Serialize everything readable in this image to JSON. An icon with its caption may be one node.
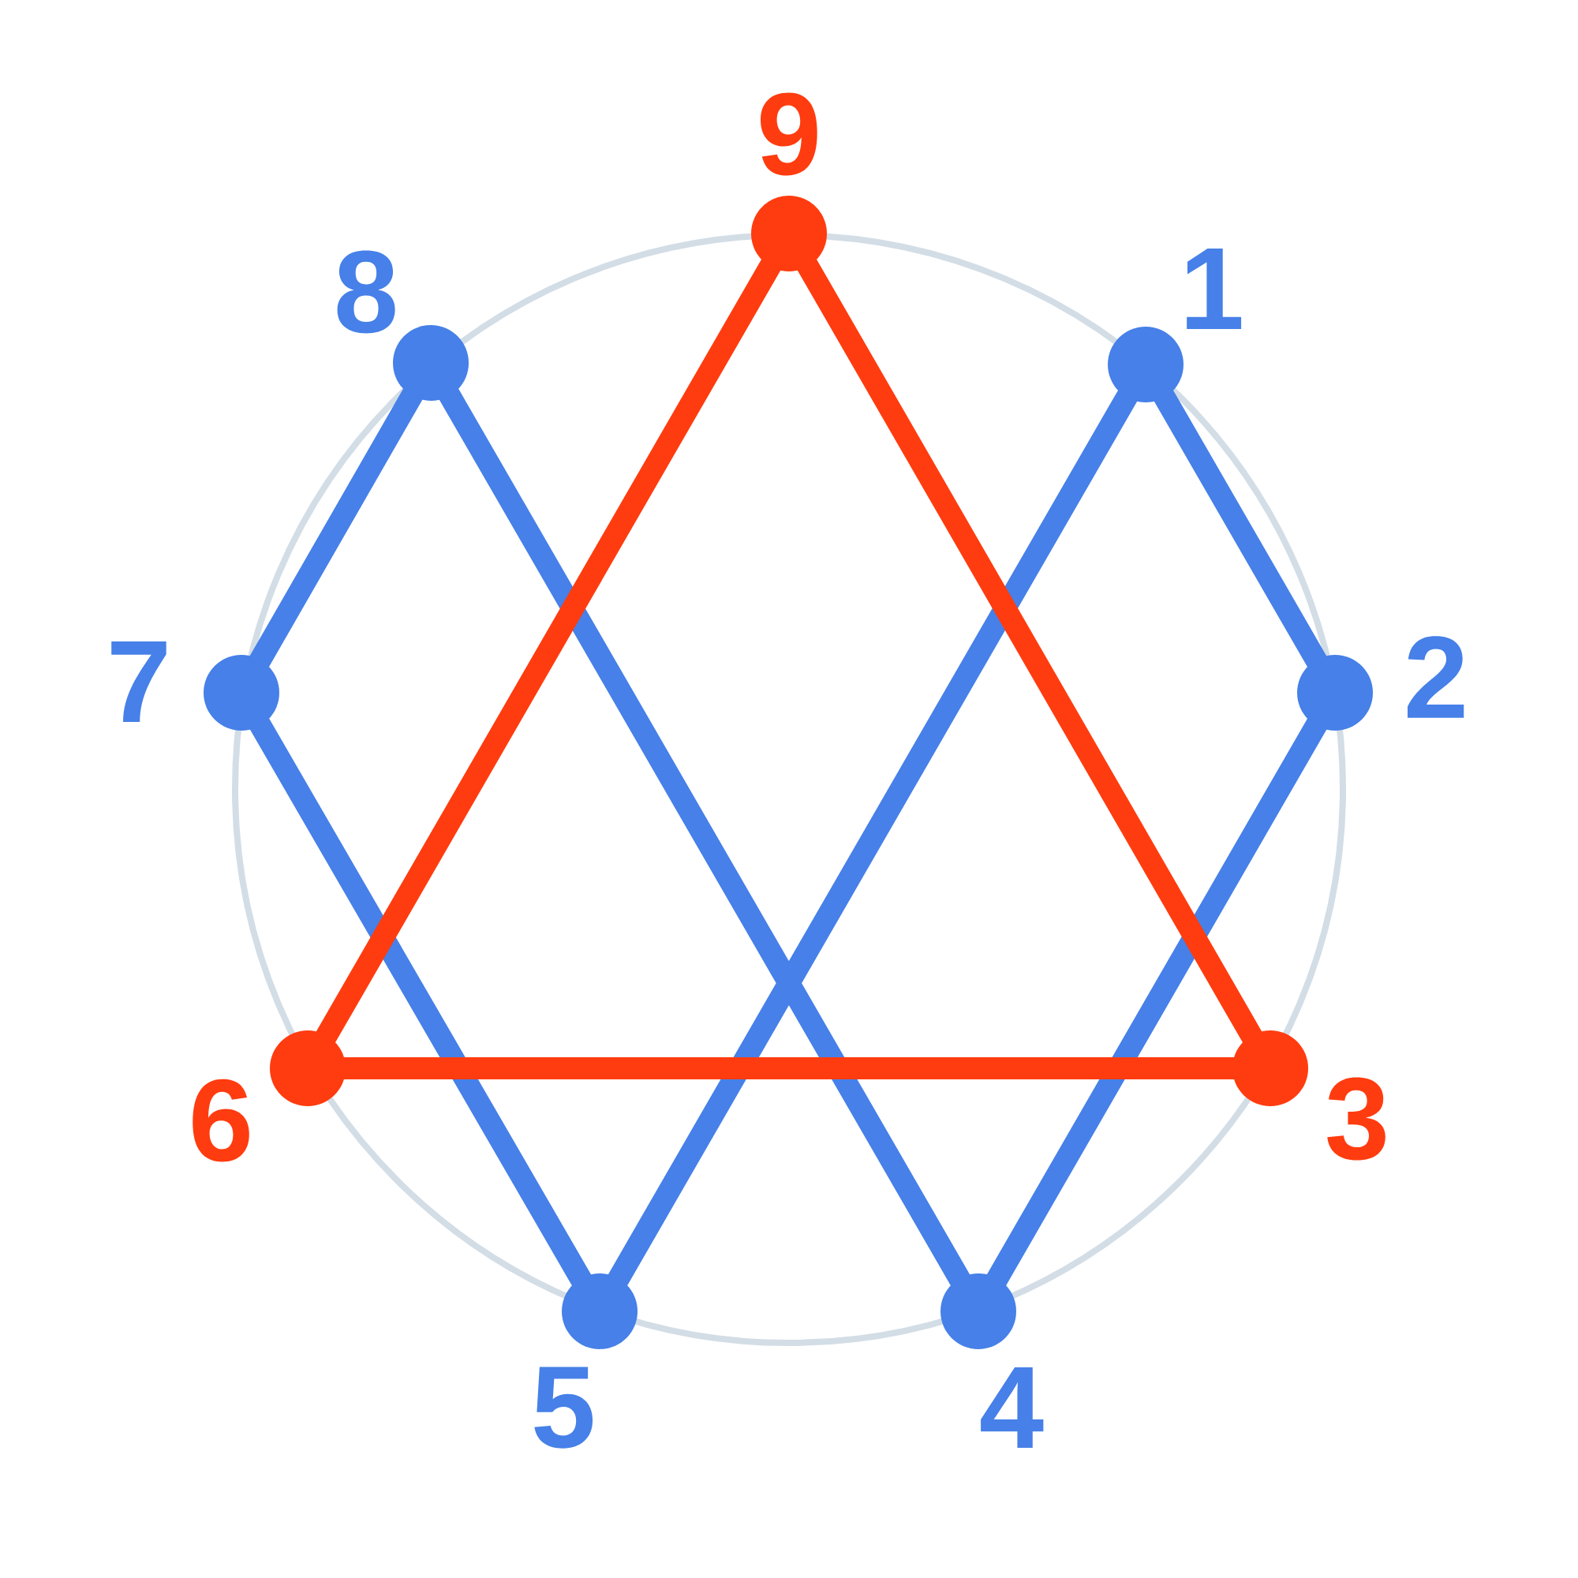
{
  "diagram": {
    "nodes": [
      {
        "text": [],
        "shape": "circle",
        "beside": [
          "9"
        ]
      },
      {
        "text": [],
        "shape": "circle",
        "beside": [
          "8"
        ]
      },
      {
        "text": [],
        "shape": "circle",
        "beside": [
          "1"
        ]
      },
      {
        "text": [],
        "shape": "circle",
        "beside": [
          "7"
        ]
      },
      {
        "text": [],
        "shape": "circle",
        "beside": [
          "2"
        ]
      },
      {
        "text": [],
        "shape": "circle",
        "beside": [
          "6"
        ]
      },
      {
        "text": [],
        "shape": "circle",
        "beside": [
          "3"
        ]
      },
      {
        "text": [],
        "shape": "circle",
        "beside": [
          "5"
        ]
      },
      {
        "text": [],
        "shape": "circle",
        "beside": [
          "4"
        ]
      }
    ],
    "edges": [
      {
        "from": 2,
        "to": 4,
        "arrow": "none"
      },
      {
        "from": 4,
        "to": 8,
        "arrow": "none"
      },
      {
        "from": 8,
        "to": 1,
        "arrow": "none"
      },
      {
        "from": 1,
        "to": 3,
        "arrow": "none"
      },
      {
        "from": 3,
        "to": 7,
        "arrow": "none"
      },
      {
        "from": 7,
        "to": 2,
        "arrow": "none"
      },
      {
        "from": 0,
        "to": 6,
        "arrow": "none",
        "color": "#ff3c0f"
      },
      {
        "from": 6,
        "to": 5,
        "arrow": "none",
        "color": "#ff3c0f"
      },
      {
        "from": 5,
        "to": 0,
        "arrow": "none",
        "color": "#ff3c0f"
      }
    ]
  }
}
